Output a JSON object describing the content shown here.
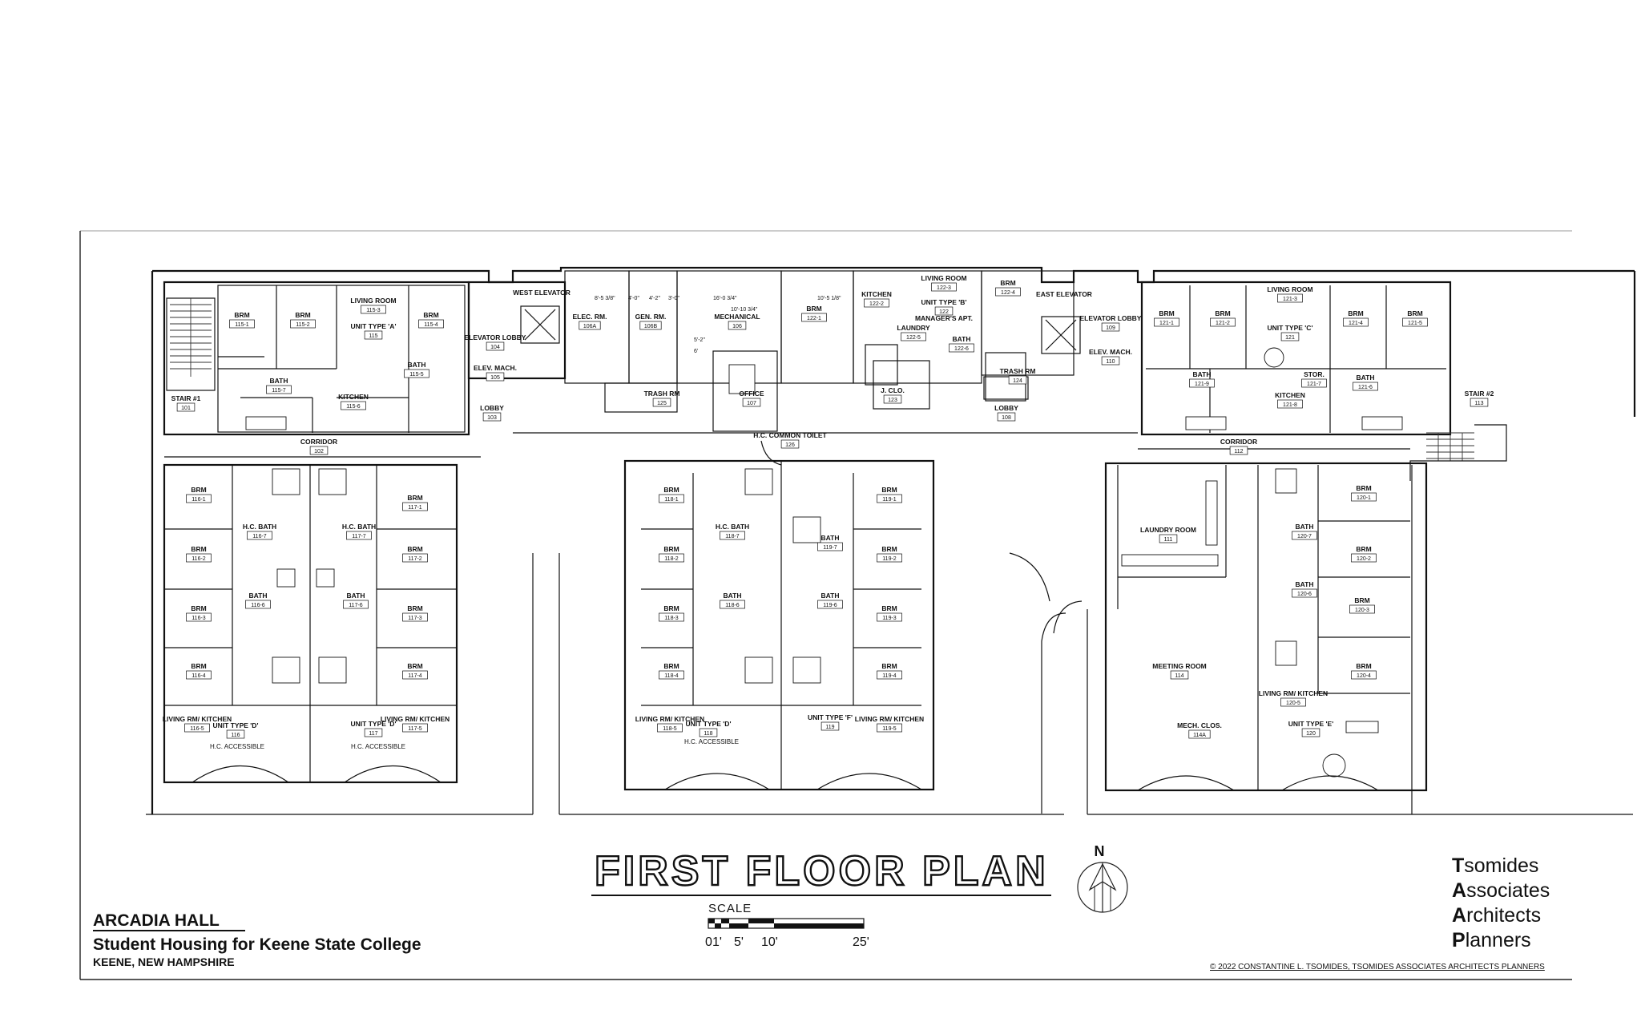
{
  "drawing": {
    "title": "FIRST FLOOR PLAN",
    "north_label": "N",
    "scale": {
      "label": "SCALE",
      "ticks": [
        "0",
        "1'",
        "5'",
        "10'",
        "25'"
      ]
    },
    "project": {
      "name": "ARCADIA HALL",
      "subtitle": "Student Housing for Keene State College",
      "location": "KEENE, NEW HAMPSHIRE"
    },
    "firm": {
      "line1_initial": "T",
      "line1_rest": "somides",
      "line2_initial": "A",
      "line2_rest": "ssociates",
      "line3_initial": "A",
      "line3_rest": "rchitects",
      "line4_initial": "P",
      "line4_rest": "lanners"
    },
    "copyright": "© 2022 CONSTANTINE L. TSOMIDES, TSOMIDES ASSOCIATES ARCHITECTS PLANNERS"
  },
  "rooms": [
    {
      "label": "STAIR #1",
      "num": "101"
    },
    {
      "label": "BRM",
      "num": "115-1"
    },
    {
      "label": "BRM",
      "num": "115-2"
    },
    {
      "label": "LIVING ROOM",
      "num": "115-3"
    },
    {
      "label": "UNIT TYPE 'A'",
      "num": "115"
    },
    {
      "label": "BRM",
      "num": "115-4"
    },
    {
      "label": "BATH",
      "num": "115-5"
    },
    {
      "label": "BATH",
      "num": "115-7"
    },
    {
      "label": "KITCHEN",
      "num": "115-6"
    },
    {
      "label": "ELEVATOR LOBBY",
      "num": "104"
    },
    {
      "label": "ELEV. MACH.",
      "num": "105"
    },
    {
      "label": "LOBBY",
      "num": "103"
    },
    {
      "label": "WEST ELEVATOR",
      "num": ""
    },
    {
      "label": "ELEC. RM.",
      "num": "106A"
    },
    {
      "label": "GEN. RM.",
      "num": "106B"
    },
    {
      "label": "MECHANICAL",
      "num": "106"
    },
    {
      "label": "TRASH RM",
      "num": "125"
    },
    {
      "label": "OFFICE",
      "num": "107"
    },
    {
      "label": "BRM",
      "num": "122-1"
    },
    {
      "label": "KITCHEN",
      "num": "122-2"
    },
    {
      "label": "LIVING ROOM",
      "num": "122-3"
    },
    {
      "label": "UNIT TYPE 'B'",
      "num": "122"
    },
    {
      "label": "MANAGER'S APT.",
      "num": ""
    },
    {
      "label": "BRM",
      "num": "122-4"
    },
    {
      "label": "LAUNDRY",
      "num": "122-5"
    },
    {
      "label": "BATH",
      "num": "122-6"
    },
    {
      "label": "J. CLO.",
      "num": "123"
    },
    {
      "label": "TRASH RM",
      "num": "124"
    },
    {
      "label": "LOBBY",
      "num": "108"
    },
    {
      "label": "EAST ELEVATOR",
      "num": ""
    },
    {
      "label": "ELEVATOR LOBBY",
      "num": "109"
    },
    {
      "label": "ELEV. MACH.",
      "num": "110"
    },
    {
      "label": "BRM",
      "num": "121-1"
    },
    {
      "label": "BRM",
      "num": "121-2"
    },
    {
      "label": "LIVING ROOM",
      "num": "121-3"
    },
    {
      "label": "UNIT TYPE 'C'",
      "num": "121"
    },
    {
      "label": "BRM",
      "num": "121-4"
    },
    {
      "label": "BRM",
      "num": "121-5"
    },
    {
      "label": "BATH",
      "num": "121-9"
    },
    {
      "label": "STOR.",
      "num": "121-7"
    },
    {
      "label": "BATH",
      "num": "121-6"
    },
    {
      "label": "KITCHEN",
      "num": "121-8"
    },
    {
      "label": "STAIR #2",
      "num": "113"
    },
    {
      "label": "CORRIDOR",
      "num": "102"
    },
    {
      "label": "CORRIDOR",
      "num": "112"
    },
    {
      "label": "H.C. COMMON TOILET",
      "num": "126"
    },
    {
      "label": "BRM",
      "num": "116-1"
    },
    {
      "label": "BRM",
      "num": "116-2"
    },
    {
      "label": "BRM",
      "num": "116-3"
    },
    {
      "label": "BRM",
      "num": "116-4"
    },
    {
      "label": "H.C. BATH",
      "num": "116-7"
    },
    {
      "label": "BATH",
      "num": "116-6"
    },
    {
      "label": "LIVING RM/ KITCHEN",
      "num": "116-5"
    },
    {
      "label": "UNIT TYPE 'D'",
      "num": "116"
    },
    {
      "label": "BRM",
      "num": "117-1"
    },
    {
      "label": "BRM",
      "num": "117-2"
    },
    {
      "label": "BRM",
      "num": "117-3"
    },
    {
      "label": "BRM",
      "num": "117-4"
    },
    {
      "label": "H.C. BATH",
      "num": "117-7"
    },
    {
      "label": "BATH",
      "num": "117-6"
    },
    {
      "label": "LIVING RM/ KITCHEN",
      "num": "117-5"
    },
    {
      "label": "UNIT TYPE 'D'",
      "num": "117"
    },
    {
      "label": "BRM",
      "num": "118-1"
    },
    {
      "label": "BRM",
      "num": "118-2"
    },
    {
      "label": "BRM",
      "num": "118-3"
    },
    {
      "label": "BRM",
      "num": "118-4"
    },
    {
      "label": "H.C. BATH",
      "num": "118-7"
    },
    {
      "label": "BATH",
      "num": "118-6"
    },
    {
      "label": "LIVING RM/ KITCHEN",
      "num": "118-5"
    },
    {
      "label": "UNIT TYPE 'D'",
      "num": "118"
    },
    {
      "label": "BRM",
      "num": "119-1"
    },
    {
      "label": "BRM",
      "num": "119-2"
    },
    {
      "label": "BRM",
      "num": "119-3"
    },
    {
      "label": "BRM",
      "num": "119-4"
    },
    {
      "label": "BATH",
      "num": "119-7"
    },
    {
      "label": "BATH",
      "num": "119-6"
    },
    {
      "label": "UNIT TYPE 'F'",
      "num": "119"
    },
    {
      "label": "LIVING RM/ KITCHEN",
      "num": "119-5"
    },
    {
      "label": "LAUNDRY ROOM",
      "num": "111"
    },
    {
      "label": "MEETING ROOM",
      "num": "114"
    },
    {
      "label": "MECH. CLOS.",
      "num": "114A"
    },
    {
      "label": "BRM",
      "num": "120-1"
    },
    {
      "label": "BRM",
      "num": "120-2"
    },
    {
      "label": "BRM",
      "num": "120-3"
    },
    {
      "label": "BRM",
      "num": "120-4"
    },
    {
      "label": "BATH",
      "num": "120-7"
    },
    {
      "label": "BATH",
      "num": "120-6"
    },
    {
      "label": "LIVING RM/ KITCHEN",
      "num": "120-5"
    },
    {
      "label": "UNIT TYPE 'E'",
      "num": "120"
    }
  ],
  "notes": [
    "H.C. ACCESSIBLE",
    "H.C. ACCESSIBLE",
    "H.C. ACCESSIBLE"
  ],
  "dimensions": [
    "8'-5 3/8\"",
    "4'-0\"",
    "4'-2\"",
    "3'-0\"",
    "16'-0 3/4\"",
    "10'-10 3/4\"",
    "10'-5 1/8\"",
    "5'-2\"",
    "6'"
  ]
}
